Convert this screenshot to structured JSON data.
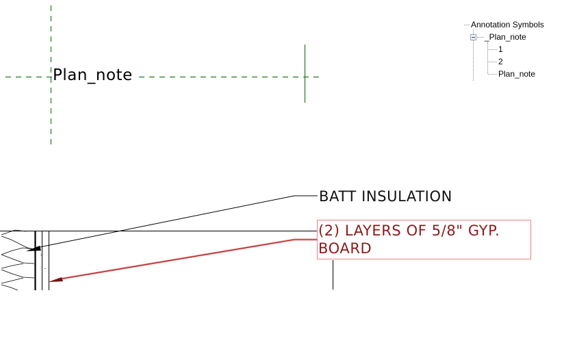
{
  "drawing": {
    "reference_label": "Plan_note",
    "notes": [
      {
        "text": "BATT INSULATION",
        "color": "#111111",
        "selected": false
      },
      {
        "text_lines": [
          "(2) LAYERS OF 5/8\" GYP.",
          "BOARD"
        ],
        "color": "#8b1a1a",
        "selected": true
      }
    ],
    "colors": {
      "reference_lines": "#1e7a1e",
      "selection_box": "#f08080",
      "selected_text": "#8b1a1a",
      "linework": "#000000"
    }
  },
  "project_browser": {
    "root": "Annotation Symbols",
    "family": "_Plan_note",
    "types": [
      "1",
      "2",
      "Plan_note"
    ]
  }
}
